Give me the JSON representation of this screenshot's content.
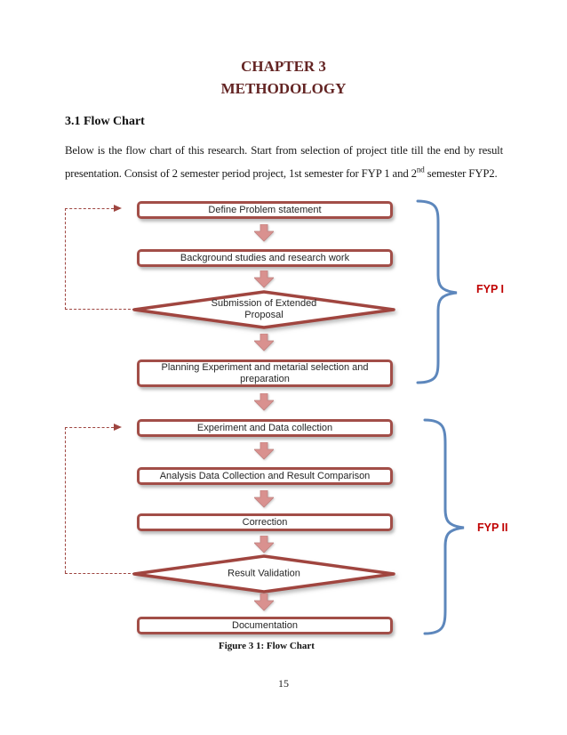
{
  "header": {
    "chapter": "CHAPTER 3",
    "subtitle": "METHODOLOGY"
  },
  "section": {
    "heading": "3.1 Flow Chart"
  },
  "intro": {
    "text_a": "Below is the flow chart of this research. Start from selection of project title till the end by result presentation. Consist of 2 semester period project, 1st semester for FYP 1 and 2",
    "sup": "nd",
    "text_b": " semester FYP2."
  },
  "flowchart": {
    "nodes": [
      {
        "type": "box",
        "label": "Define Problem statement"
      },
      {
        "type": "box",
        "label": "Background studies and research work"
      },
      {
        "type": "diamond",
        "label": "Submission of Extended Proposal"
      },
      {
        "type": "box",
        "label": "Planning Experiment and metarial selection and preparation"
      },
      {
        "type": "box",
        "label": "Experiment and Data collection"
      },
      {
        "type": "box",
        "label": "Analysis Data Collection and Result Comparison"
      },
      {
        "type": "box",
        "label": "Correction"
      },
      {
        "type": "diamond",
        "label": "Result Validation"
      },
      {
        "type": "box",
        "label": "Documentation"
      }
    ],
    "fyp1_label": "FYP I",
    "fyp2_label": "FYP II"
  },
  "caption": {
    "text": "Figure 3 1: Flow Chart"
  },
  "footer": {
    "page_number": "15"
  },
  "colors": {
    "heading": "#632423",
    "box_border": "#A24E48",
    "arrow_fill": "#D9918F",
    "dashed_line": "#9E4540",
    "brace": "#5D87BC",
    "fyp_label": "#C00000"
  }
}
